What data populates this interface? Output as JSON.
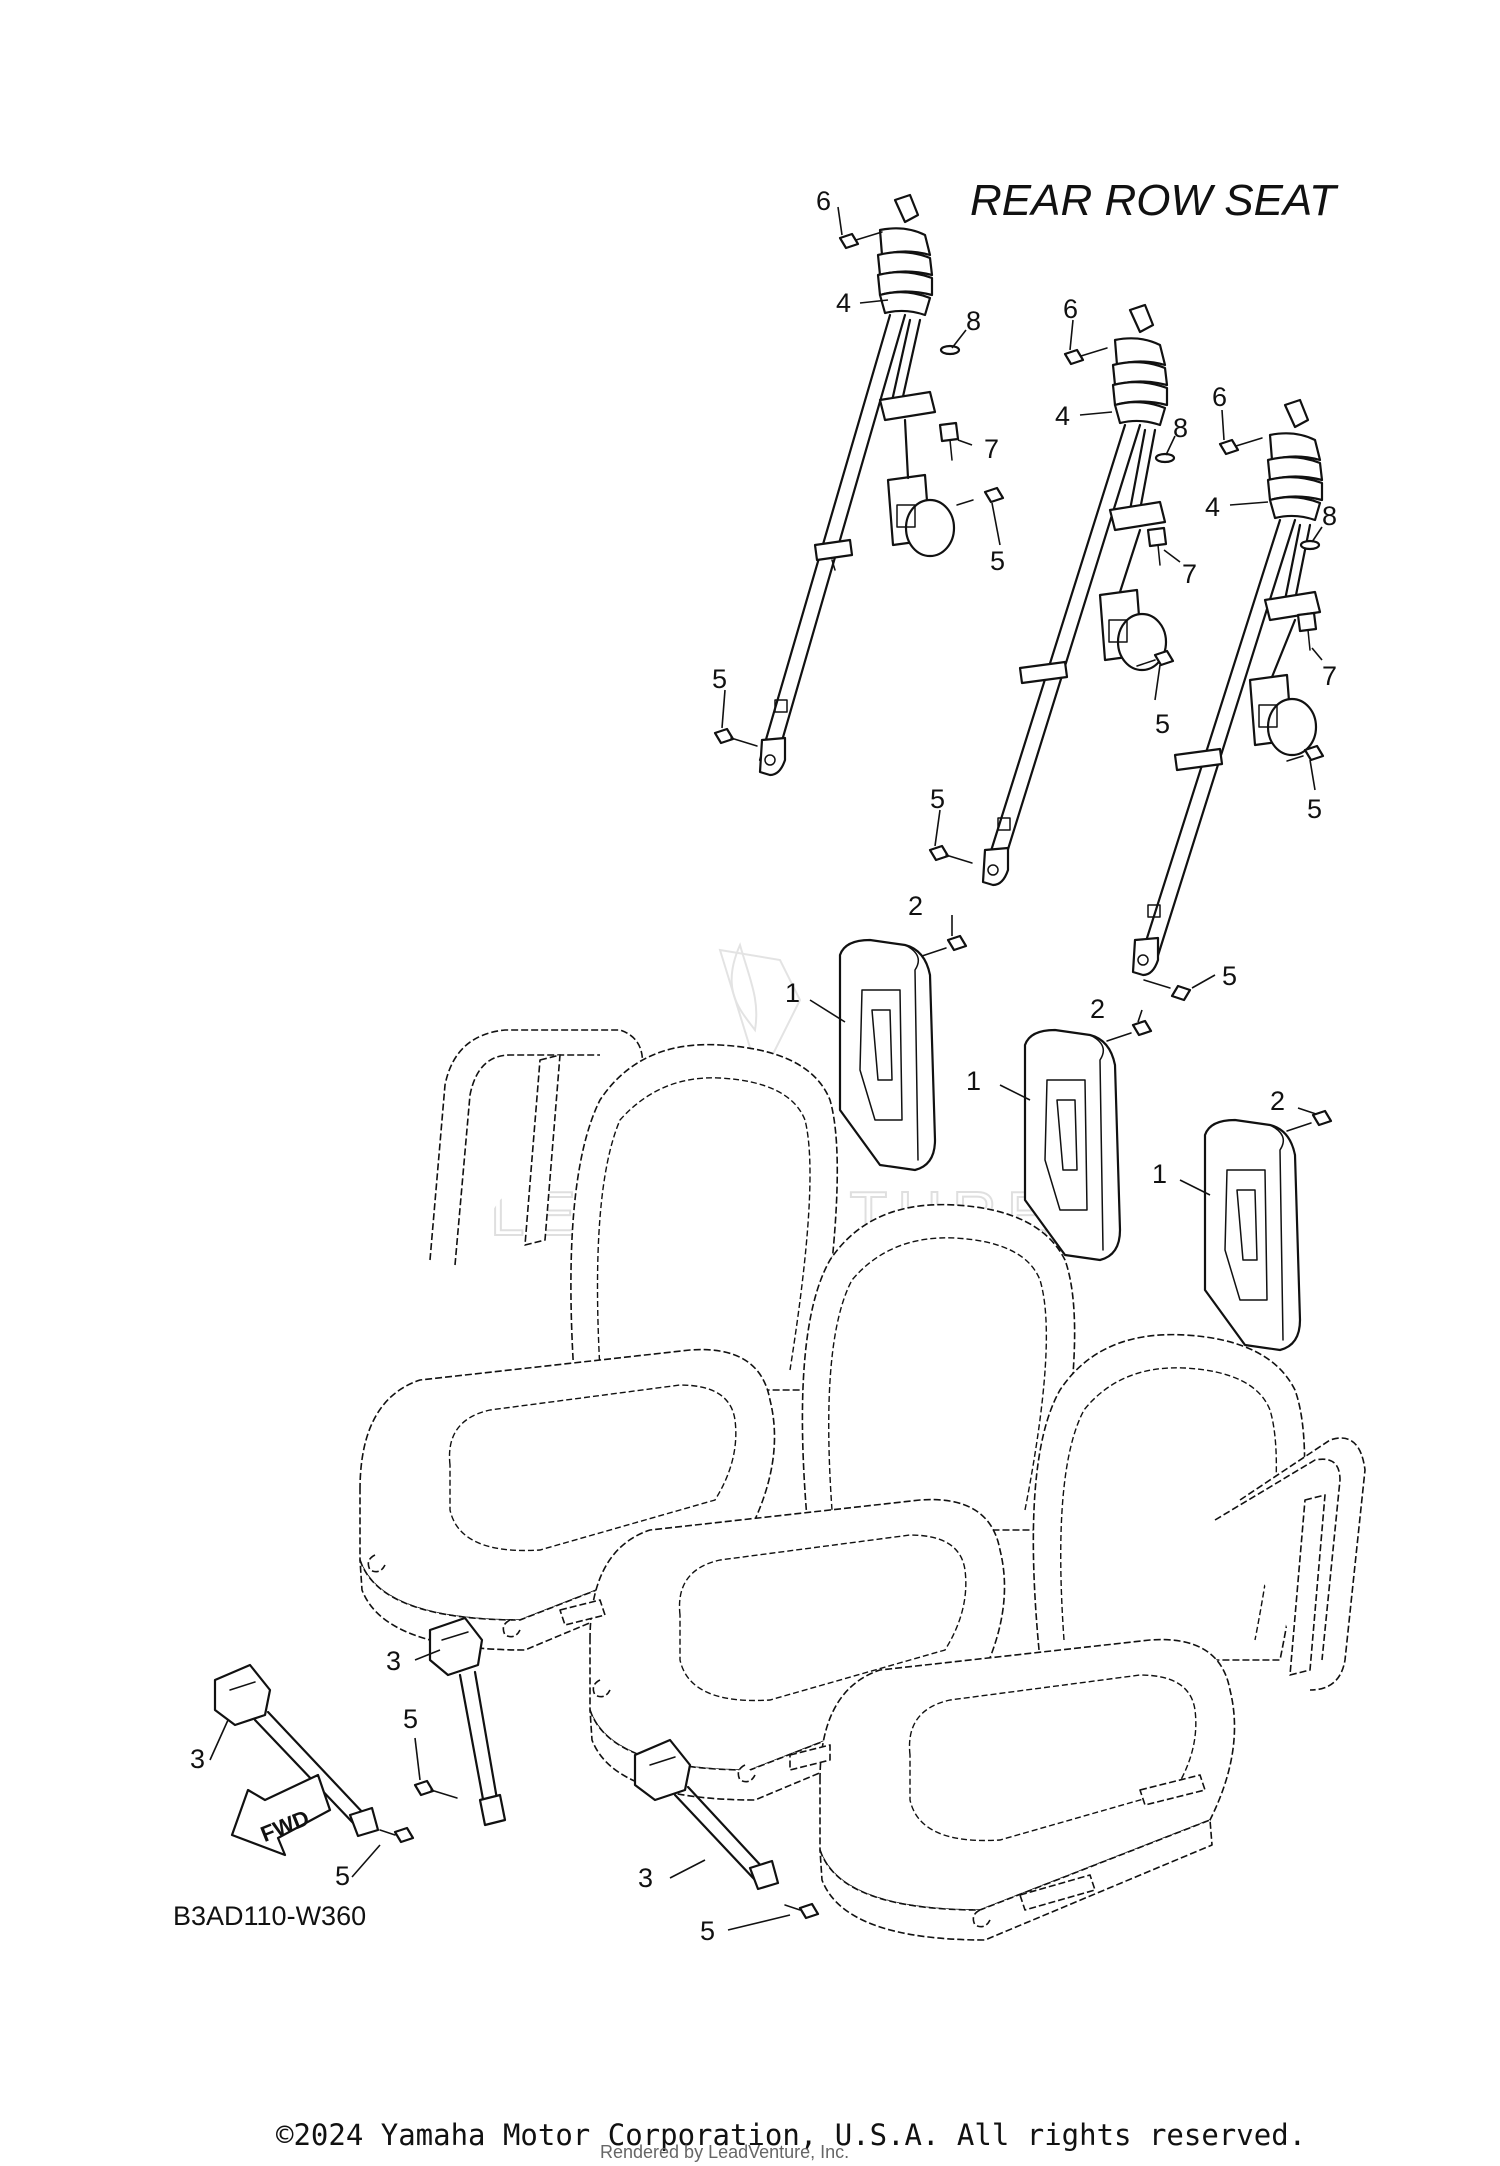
{
  "diagram": {
    "title": "REAR ROW SEAT",
    "code": "B3AD110-W360",
    "fwd_label": "FWD",
    "watermark": "LEADVENTURE",
    "callouts": [
      {
        "id": "c1a",
        "num": "1"
      },
      {
        "id": "c1b",
        "num": "1"
      },
      {
        "id": "c1c",
        "num": "1"
      },
      {
        "id": "c2a",
        "num": "2"
      },
      {
        "id": "c2b",
        "num": "2"
      },
      {
        "id": "c2c",
        "num": "2"
      },
      {
        "id": "c3a",
        "num": "3"
      },
      {
        "id": "c3b",
        "num": "3"
      },
      {
        "id": "c3c",
        "num": "3"
      },
      {
        "id": "c4a",
        "num": "4"
      },
      {
        "id": "c4b",
        "num": "4"
      },
      {
        "id": "c4c",
        "num": "4"
      },
      {
        "id": "c5a",
        "num": "5"
      },
      {
        "id": "c5b",
        "num": "5"
      },
      {
        "id": "c5c",
        "num": "5"
      },
      {
        "id": "c5d",
        "num": "5"
      },
      {
        "id": "c5e",
        "num": "5"
      },
      {
        "id": "c5f",
        "num": "5"
      },
      {
        "id": "c5g",
        "num": "5"
      },
      {
        "id": "c5h",
        "num": "5"
      },
      {
        "id": "c5i",
        "num": "5"
      },
      {
        "id": "c6a",
        "num": "6"
      },
      {
        "id": "c6b",
        "num": "6"
      },
      {
        "id": "c6c",
        "num": "6"
      },
      {
        "id": "c7a",
        "num": "7"
      },
      {
        "id": "c7b",
        "num": "7"
      },
      {
        "id": "c7c",
        "num": "7"
      },
      {
        "id": "c8a",
        "num": "8"
      },
      {
        "id": "c8b",
        "num": "8"
      },
      {
        "id": "c8c",
        "num": "8"
      }
    ]
  },
  "footer": {
    "copyright": "©2024 Yamaha Motor Corporation, U.S.A. All rights reserved.",
    "rendered_by": "Rendered by LeadVenture, Inc."
  },
  "colors": {
    "line": "#111111",
    "background": "#ffffff",
    "watermark": "#d8d8d8"
  }
}
